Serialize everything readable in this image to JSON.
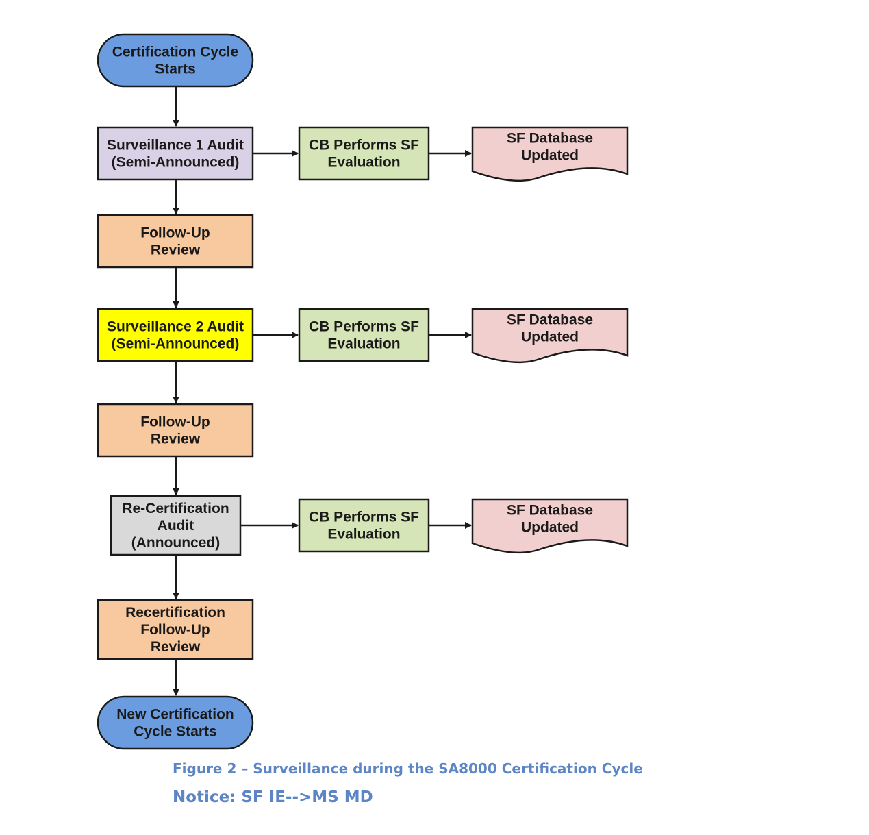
{
  "colors": {
    "terminal": "#6b9ce0",
    "audit1": "#d9d1e6",
    "followup": "#f8c89e",
    "audit2": "#ffff00",
    "recert": "#d9d9d9",
    "evaluation": "#d5e5b7",
    "database": "#f0cfce",
    "stroke": "#1a1a1a",
    "caption": "#5b85c4"
  },
  "nodes": {
    "start": [
      "Certification Cycle",
      "Starts"
    ],
    "surveillance1": [
      "Surveillance 1 Audit",
      "(Semi-Announced)"
    ],
    "followup1": [
      "Follow-Up",
      "Review"
    ],
    "surveillance2": [
      "Surveillance 2 Audit",
      "(Semi-Announced)"
    ],
    "followup2": [
      "Follow-Up",
      "Review"
    ],
    "recert_audit": [
      "Re-Certification",
      "Audit",
      "(Announced)"
    ],
    "recert_followup": [
      "Recertification",
      "Follow-Up",
      "Review"
    ],
    "new_cycle": [
      "New Certification",
      "Cycle Starts"
    ],
    "eval1": [
      "CB Performs SF",
      "Evaluation"
    ],
    "eval2": [
      "CB Performs SF",
      "Evaluation"
    ],
    "eval3": [
      "CB Performs SF",
      "Evaluation"
    ],
    "db1": [
      "SF Database",
      "Updated"
    ],
    "db2": [
      "SF Database",
      "Updated"
    ],
    "db3": [
      "SF Database",
      "Updated"
    ]
  },
  "caption": {
    "figure": "Figure 2 – Surveillance during the SA8000 Certification Cycle",
    "notice": "Notice: SF IE-->MS MD"
  }
}
